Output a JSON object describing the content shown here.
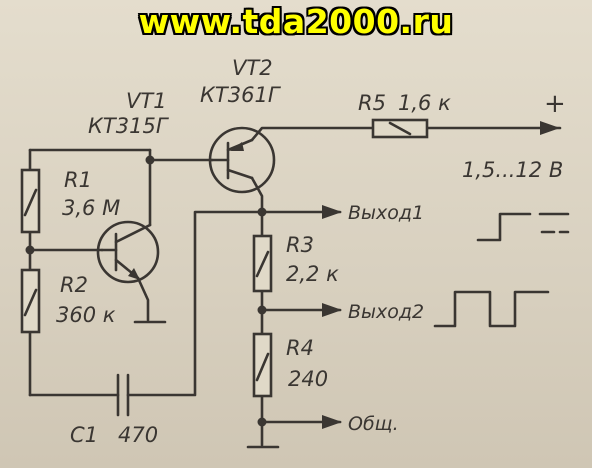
{
  "banner": {
    "text": "www.tda2000.ru",
    "color": "#ffff00"
  },
  "components": {
    "vt1": {
      "ref": "VT1",
      "type": "КТ315Г"
    },
    "vt2": {
      "ref": "VT2",
      "type": "КТ361Г"
    },
    "r1": {
      "ref": "R1",
      "value": "3,6 М"
    },
    "r2": {
      "ref": "R2",
      "value": "360 к"
    },
    "r3": {
      "ref": "R3",
      "value": "2,2 к"
    },
    "r4": {
      "ref": "R4",
      "value": "240"
    },
    "r5": {
      "ref": "R5",
      "value": "1,6 к"
    },
    "c1": {
      "ref": "С1",
      "value": "470"
    }
  },
  "terminals": {
    "plus": "+",
    "supply": "1,5...12 В",
    "out1": "Выход1",
    "out2": "Выход2",
    "common": "Общ."
  }
}
